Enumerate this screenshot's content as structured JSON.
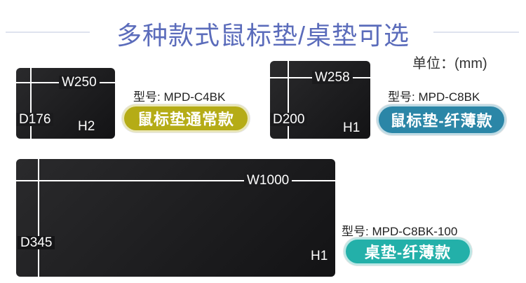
{
  "title": "多种款式鼠标垫/桌垫可选",
  "unit": "单位：(mm)",
  "products": [
    {
      "width": "W250",
      "depth": "D176",
      "height": "H2",
      "model": "型号: MPD-C4BK",
      "badge": "鼠标垫通常款",
      "color": "#b5ac16"
    },
    {
      "width": "W258",
      "depth": "D200",
      "height": "H1",
      "model": "型号: MPD-C8BK",
      "badge": "鼠标垫-纤薄款",
      "color": "#2b86a7"
    },
    {
      "width": "W1000",
      "depth": "D345",
      "height": "H1",
      "model": "型号: MPD-C8BK-100",
      "badge": "桌垫-纤薄款",
      "color": "#23b0a9"
    }
  ]
}
